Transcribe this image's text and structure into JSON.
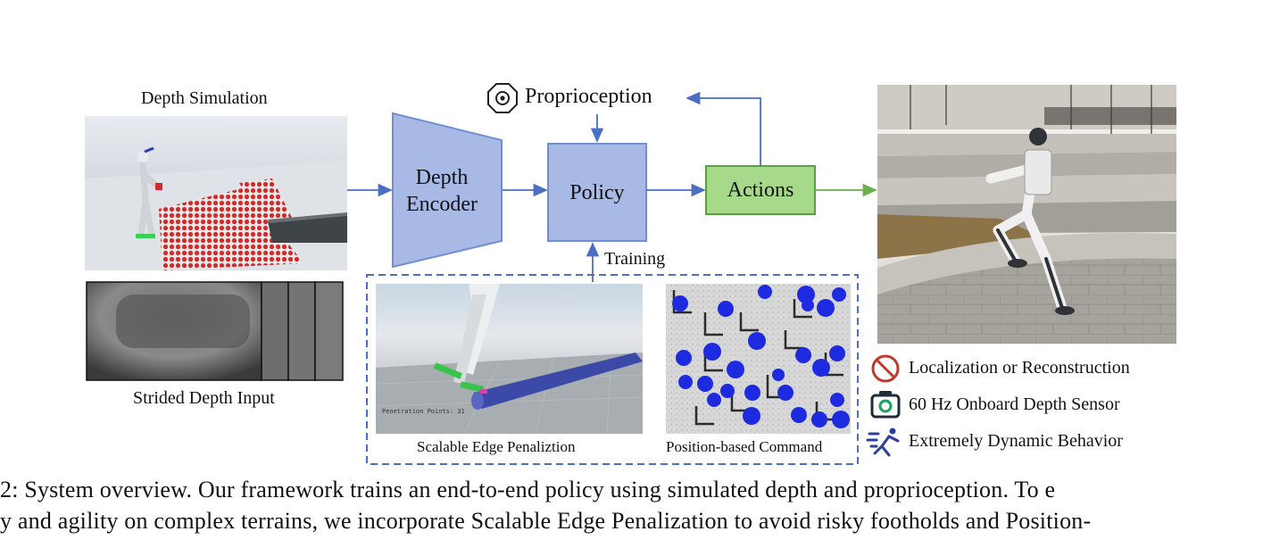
{
  "diagram": {
    "depth_sim_title": "Depth Simulation",
    "strided_title": "Strided Depth Input",
    "encoder_label_1": "Depth",
    "encoder_label_2": "Encoder",
    "policy_label": "Policy",
    "actions_label": "Actions",
    "proprioception_label": "Proprioception",
    "training_label": "Training",
    "edge_caption": "Scalable Edge Penaliztion",
    "edge_overlay_text": "Penetration Points: 31",
    "command_caption": "Position-based Command"
  },
  "legend": {
    "items": [
      {
        "icon": "no-entry-icon",
        "text": "Localization or Reconstruction",
        "color": "#c0392b"
      },
      {
        "icon": "camera-icon",
        "text": "60 Hz Onboard Depth Sensor",
        "color": "#1f2d3a"
      },
      {
        "icon": "running-person-icon",
        "text": "Extremely Dynamic Behavior",
        "color": "#2c3e9e"
      }
    ]
  },
  "caption": {
    "line1": "2: System overview. Our framework trains an end-to-end policy using simulated depth and proprioception. To e",
    "line2": "y and agility on complex terrains, we incorporate Scalable Edge Penalization to avoid risky footholds and Position-"
  },
  "colors": {
    "box_blue_fill": "#a9b9e6",
    "box_blue_stroke": "#6f8fcf",
    "actions_fill": "#a6d98a",
    "actions_stroke": "#5aa040",
    "arrow_blue": "#4a6fc4",
    "arrow_green": "#6ab04c"
  }
}
